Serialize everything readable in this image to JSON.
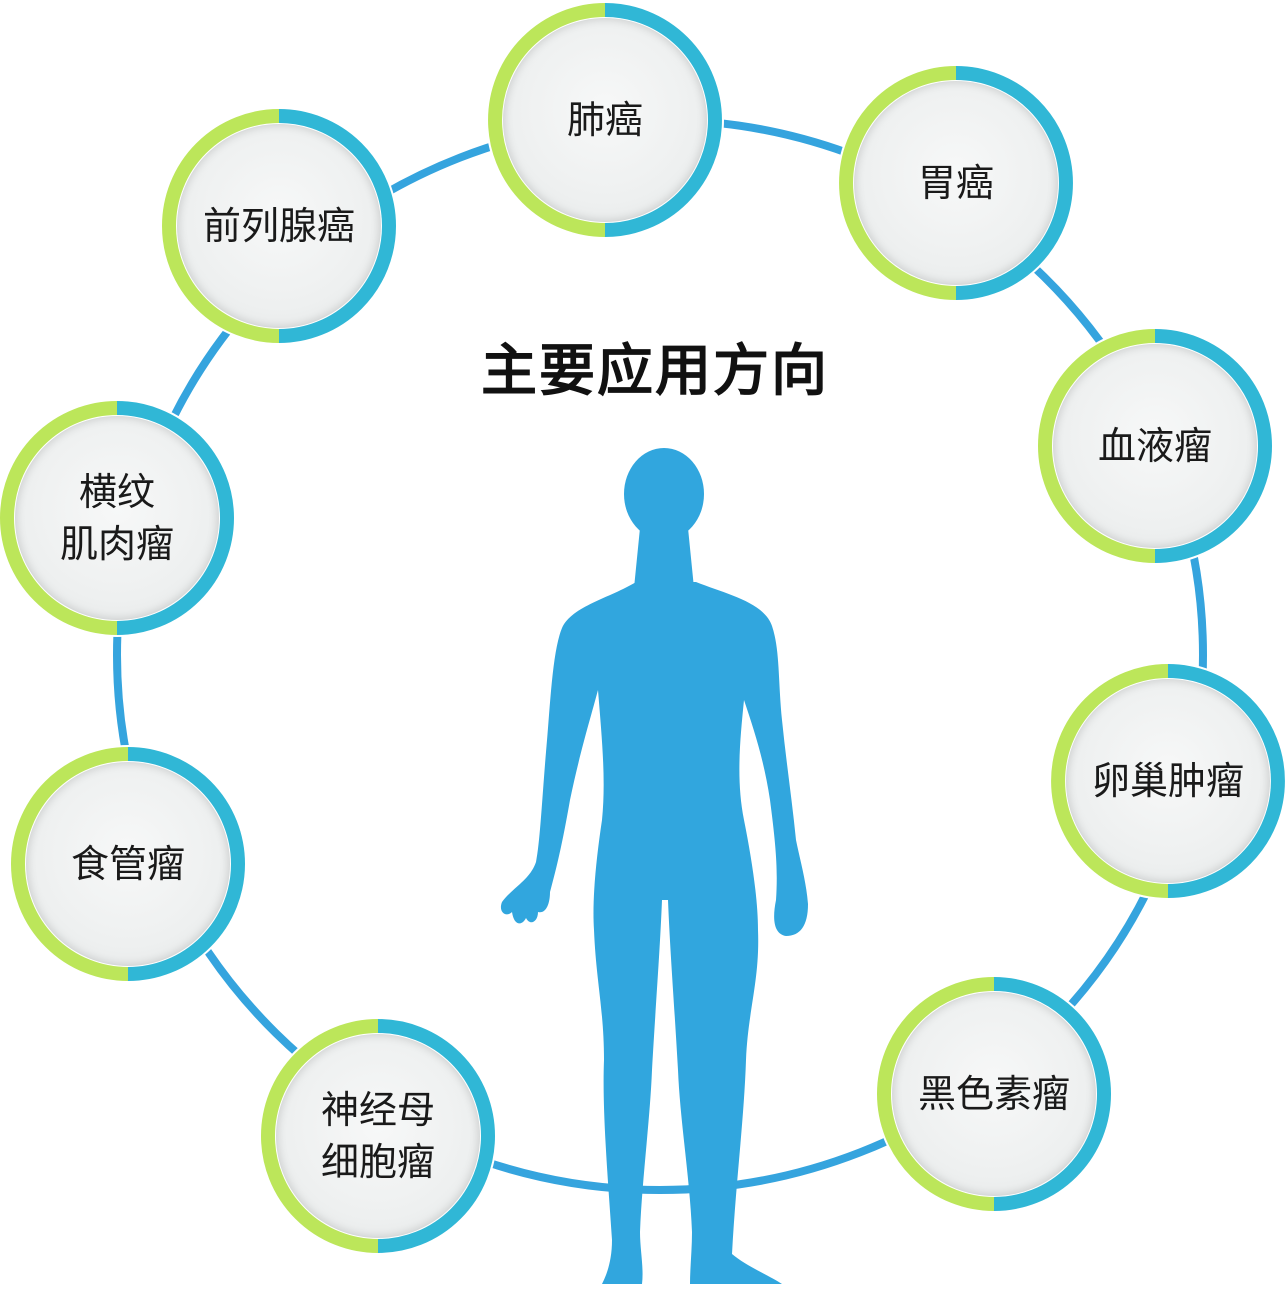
{
  "title": "主要应用方向",
  "colors": {
    "ring_left": "#bce65a",
    "ring_right": "#30b7d6",
    "orbit_line": "#35a4de",
    "figure": "#31a6de",
    "disc": "#eef0f0"
  },
  "icons": {
    "figure": "human-body-silhouette-icon"
  },
  "nodes": [
    {
      "id": "lung",
      "label": "肺癌"
    },
    {
      "id": "stomach",
      "label": "胃癌"
    },
    {
      "id": "blood",
      "label": "血液瘤"
    },
    {
      "id": "ovarian",
      "label": "卵巢肿瘤"
    },
    {
      "id": "melanoma",
      "label": "黑色素瘤"
    },
    {
      "id": "neuroblastoma",
      "label": "神经母\n细胞瘤"
    },
    {
      "id": "esophageal",
      "label": "食管瘤"
    },
    {
      "id": "rhabdomyosarcoma",
      "label": "横纹\n肌肉瘤"
    },
    {
      "id": "prostate",
      "label": "前列腺癌"
    }
  ]
}
